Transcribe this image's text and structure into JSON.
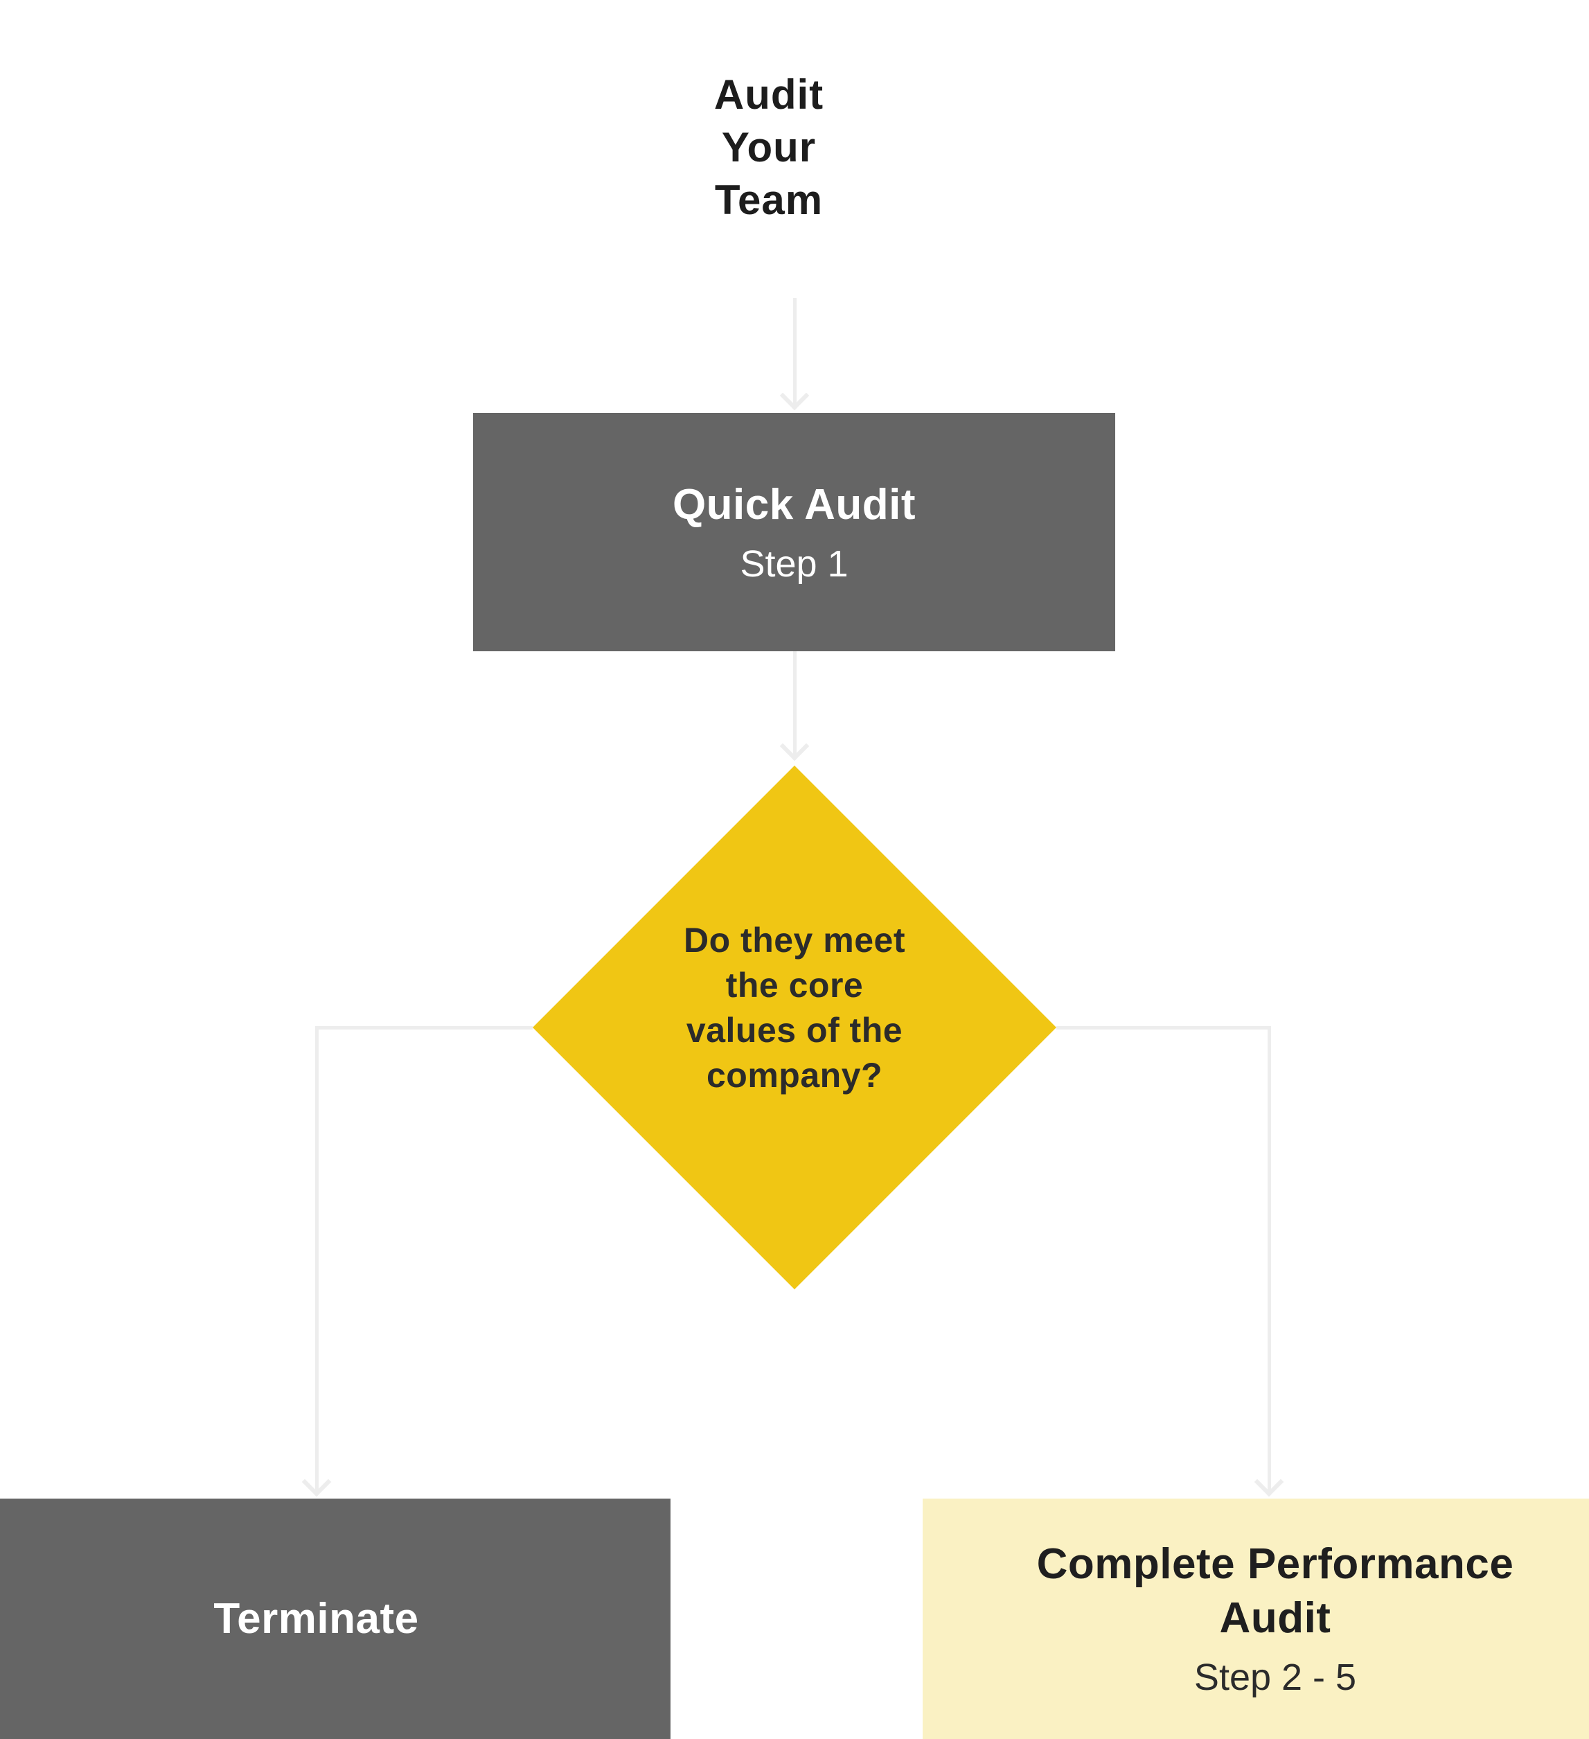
{
  "diagram": {
    "title": {
      "line1": "Audit",
      "line2": "Your",
      "line3": "Team"
    },
    "quick_audit": {
      "title": "Quick Audit",
      "step": "Step 1"
    },
    "decision": {
      "question": "Do they meet the core values of the company?",
      "line1": "Do they meet",
      "line2": "the core",
      "line3": "values of the",
      "line4": "company?"
    },
    "terminate": {
      "title": "Terminate"
    },
    "complete_audit": {
      "title_line1": "Complete Performance",
      "title_line2": "Audit",
      "step": "Step 2 - 5"
    }
  },
  "colors": {
    "box_gray": "#656565",
    "diamond_yellow": "#F0C614",
    "pale_yellow": "#FAF1C3",
    "connector": "#EDEDED",
    "title_text": "#1D1D1D",
    "diamond_text": "#2B2B2B",
    "box_text": "#FFFFFF",
    "dark_text": "#1F1F1F"
  }
}
